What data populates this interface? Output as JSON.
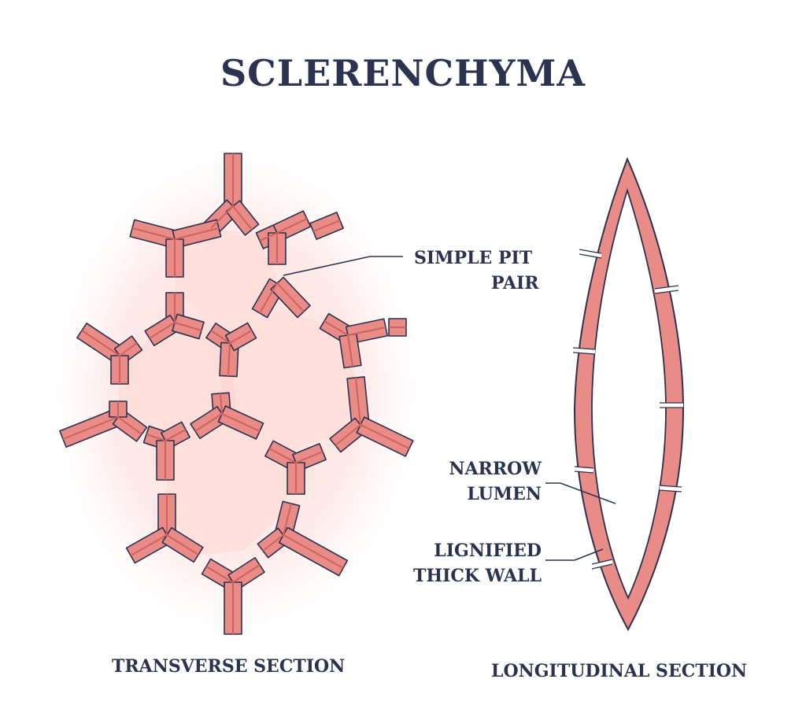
{
  "title": "SCLERENCHYMA",
  "labels": {
    "simple_pit_pair_1": "SIMPLE PIT",
    "simple_pit_pair_2": "PAIR",
    "narrow_lumen_1": "NARROW",
    "narrow_lumen_2": "LUMEN",
    "lignified_wall_1": "LIGNIFIED",
    "lignified_wall_2": "THICK WALL"
  },
  "captions": {
    "transverse": "TRANSVERSE SECTION",
    "longitudinal": "LONGITUDINAL SECTION"
  },
  "colors": {
    "ink": "#2b3350",
    "wall": "#e98b86",
    "wall_dark": "#d0625e",
    "lumen": "#fde2df",
    "glow": "#fbd0cc"
  }
}
